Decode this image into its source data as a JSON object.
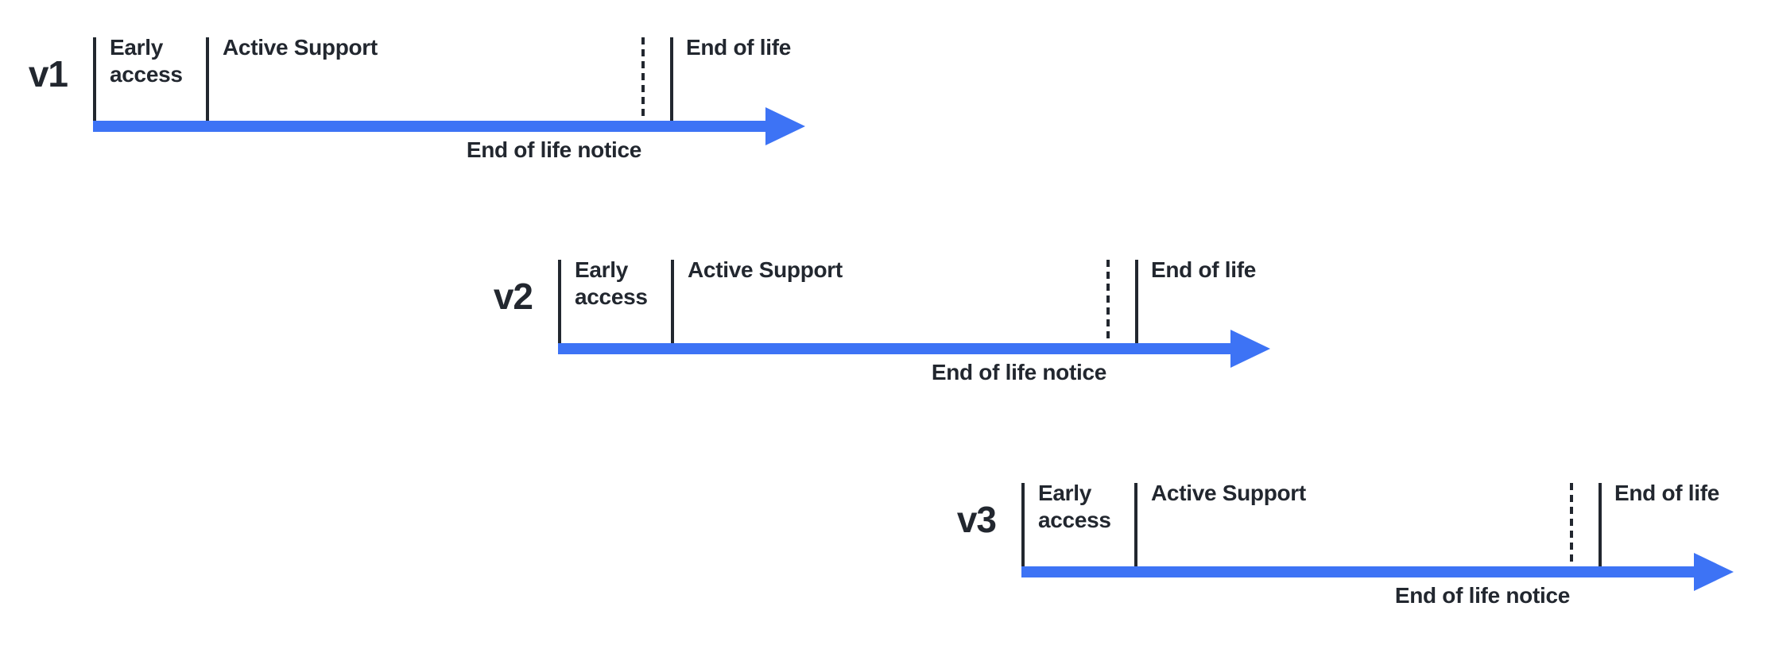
{
  "colors": {
    "background": "#ffffff",
    "accent_blue": "#3d73f5",
    "ink": "#22272f"
  },
  "timelines": [
    {
      "version": "v1",
      "labels": {
        "early_access": "Early access",
        "active_support": "Active Support",
        "end_of_life": "End of life",
        "end_of_life_notice": "End of life notice"
      }
    },
    {
      "version": "v2",
      "labels": {
        "early_access": "Early access",
        "active_support": "Active Support",
        "end_of_life": "End of life",
        "end_of_life_notice": "End of life notice"
      }
    },
    {
      "version": "v3",
      "labels": {
        "early_access": "Early access",
        "active_support": "Active Support",
        "end_of_life": "End of life",
        "end_of_life_notice": "End of life notice"
      }
    }
  ]
}
